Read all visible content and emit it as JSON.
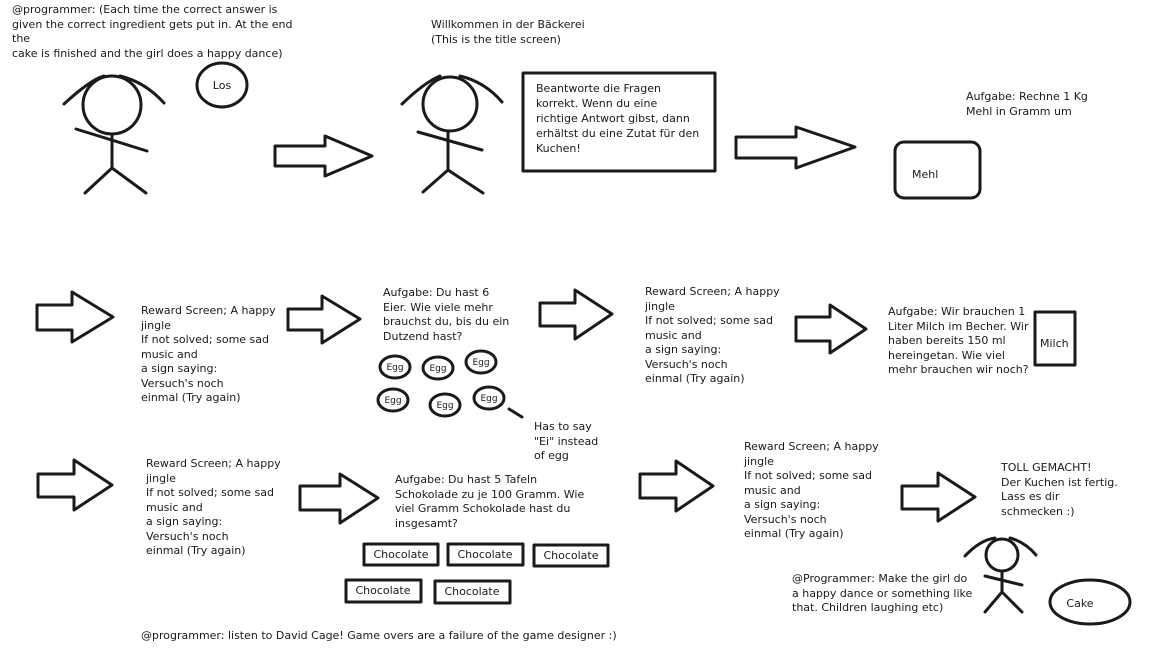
{
  "notes": {
    "programmer_top": "@programmer: (Each time the correct answer is\ngiven the correct ingredient gets put in. At the end the\ncake is finished and the girl does a happy dance)",
    "title_screen": "Willkommen in der Bäckerei\n(This is the title screen)",
    "instructions": "Beantworte die Fragen\nkorrekt. Wenn du eine\nrichtige Antwort gibst, dann\nerhältst du eine Zutat für den\nKuchen!",
    "task1": "Aufgabe: Rechne 1 Kg\nMehl in Gramm um",
    "reward1": "Reward Screen; A happy\njingle\nIf not solved; some sad\nmusic and\na sign saying:\nVersuch's noch\neinmal (Try again)",
    "task2": "Aufgabe: Du hast 6\nEier. Wie viele mehr\nbrauchst du, bis du ein\nDutzend hast?",
    "egg_note": "Has to say\n\"Ei\" instead\nof egg",
    "reward2": "Reward Screen; A happy\njingle\nIf not solved; some sad\nmusic and\na sign saying:\nVersuch's noch\neinmal (Try again)",
    "task3": "Aufgabe: Wir brauchen 1\nLiter Milch im Becher. Wir\nhaben bereits 150 ml\nhereingetan. Wie viel\nmehr brauchen wir noch?",
    "reward3": "Reward Screen; A happy\njingle\nIf not solved; some sad\nmusic and\na sign saying:\nVersuch's noch\neinmal (Try again)",
    "task4": "Aufgabe: Du hast 5 Tafeln\nSchokolade zu je 100 Gramm. Wie\nviel Gramm Schokolade hast du\ninsgesamt?",
    "reward4": "Reward Screen; A happy\njingle\nIf not solved; some sad\nmusic and\na sign saying:\nVersuch's noch\neinmal (Try again)",
    "finish": "TOLL GEMACHT!\nDer Kuchen ist fertig.\nLass es dir\nschmecken :)",
    "programmer_dance": "@Programmer: Make the girl do\na happy dance or something like\nthat. Children laughing etc)",
    "programmer_bottom": "@programmer: listen to David Cage! Game overs are a failure of the game designer :)"
  },
  "labels": {
    "los": "Los",
    "mehl": "Mehl",
    "milch": "Milch",
    "egg": "Egg",
    "chocolate": "Chocolate",
    "cake": "Cake"
  },
  "eggs": [
    {
      "id": "egg-1",
      "label": "Egg"
    },
    {
      "id": "egg-2",
      "label": "Egg"
    },
    {
      "id": "egg-3",
      "label": "Egg"
    },
    {
      "id": "egg-4",
      "label": "Egg"
    },
    {
      "id": "egg-5",
      "label": "Egg"
    },
    {
      "id": "egg-6",
      "label": "Egg"
    }
  ],
  "chocolates": [
    {
      "id": "chocolate-1",
      "label": "Chocolate"
    },
    {
      "id": "chocolate-2",
      "label": "Chocolate"
    },
    {
      "id": "chocolate-3",
      "label": "Chocolate"
    },
    {
      "id": "chocolate-4",
      "label": "Chocolate"
    },
    {
      "id": "chocolate-5",
      "label": "Chocolate"
    }
  ],
  "colors": {
    "ink": "#1a1a1a",
    "background": "#ffffff"
  }
}
